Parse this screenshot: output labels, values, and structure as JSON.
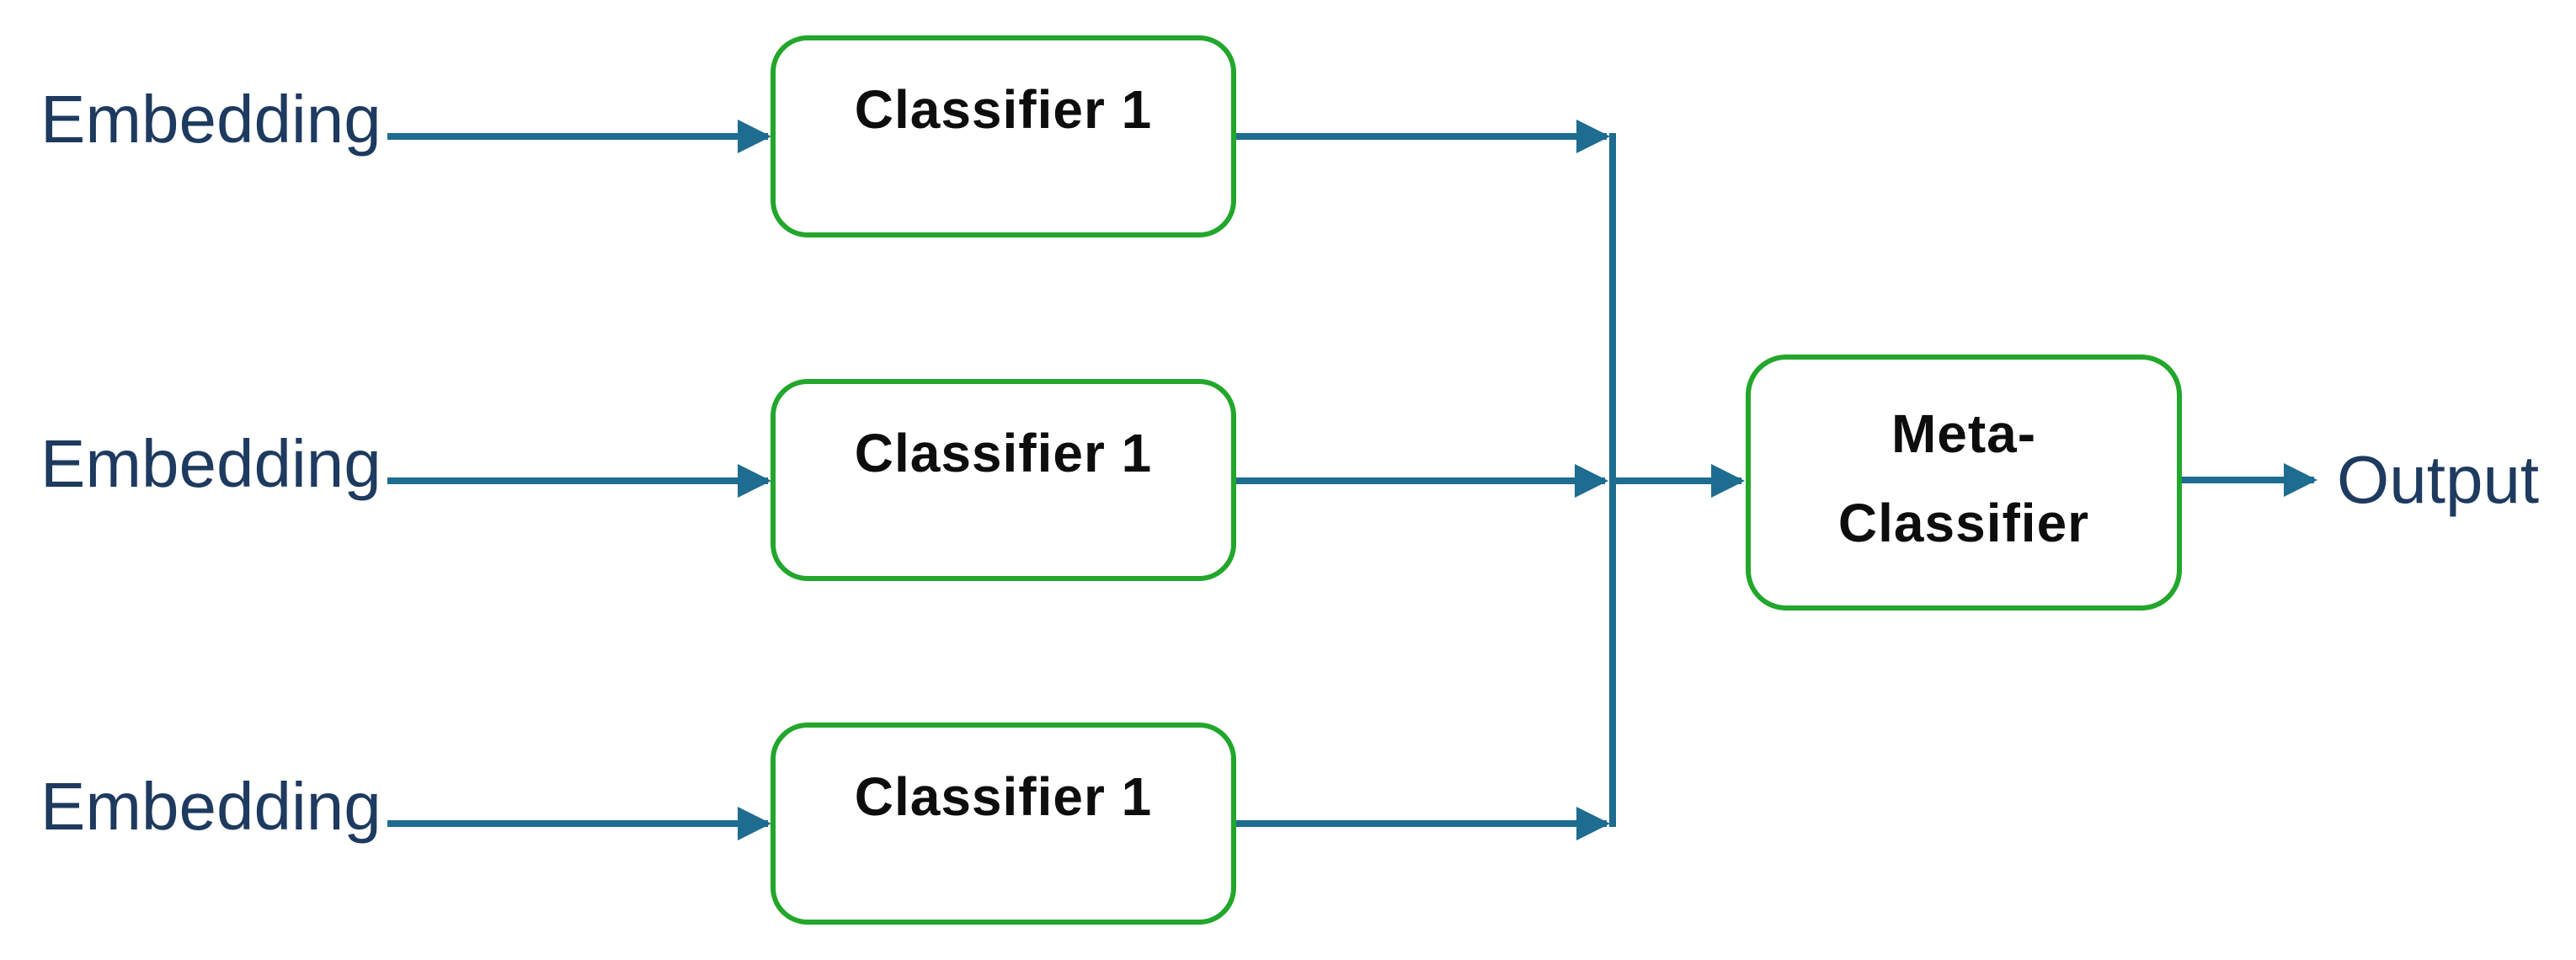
{
  "diagram": {
    "colors": {
      "arrow": "#1e6c90",
      "box_border": "#22a62b",
      "input_output_text": "#1e3a5f",
      "box_text": "#0d0d0d",
      "background": "#ffffff"
    },
    "inputs": [
      {
        "label": "Embedding"
      },
      {
        "label": "Embedding"
      },
      {
        "label": "Embedding"
      }
    ],
    "classifiers": [
      {
        "label": "Classifier 1"
      },
      {
        "label": "Classifier 1"
      },
      {
        "label": "Classifier 1"
      }
    ],
    "meta_classifier": {
      "lines": [
        "Meta-",
        "Classifier"
      ]
    },
    "output": {
      "label": "Output"
    }
  }
}
